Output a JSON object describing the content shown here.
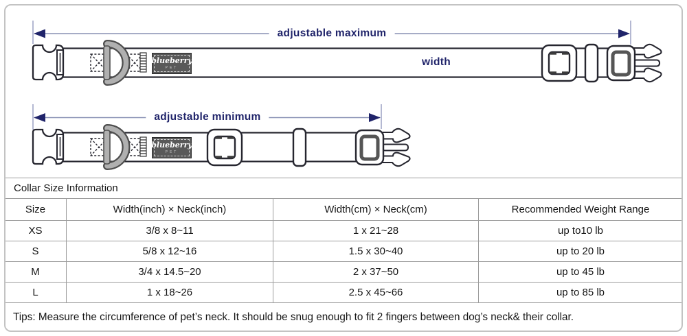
{
  "diagram": {
    "max_label": "adjustable maximum",
    "min_label": "adjustable minimum",
    "width_label": "width",
    "brand": {
      "name": "blueberry",
      "sub": "PET"
    },
    "colors": {
      "annotation_text": "#20246a",
      "dimension_line": "#8890b4",
      "collar_outline": "#26262f",
      "d_ring": "#b0b0b0",
      "brand_label_bg": "#595959",
      "table_line": "#9c9c9c"
    }
  },
  "table": {
    "title": "Collar Size Information",
    "columns": [
      "Size",
      "Width(inch) × Neck(inch)",
      "Width(cm) × Neck(cm)",
      "Recommended Weight Range"
    ],
    "rows": [
      {
        "size": "XS",
        "inch": "3/8 x 8~11",
        "cm": "1 x 21~28",
        "weight": "up to10 lb"
      },
      {
        "size": "S",
        "inch": "5/8 x 12~16",
        "cm": "1.5 x 30~40",
        "weight": "up to 20 lb"
      },
      {
        "size": "M",
        "inch": "3/4 x 14.5~20",
        "cm": "2 x 37~50",
        "weight": "up to 45 lb"
      },
      {
        "size": "L",
        "inch": "1 x 18~26",
        "cm": "2.5 x 45~66",
        "weight": "up to 85 lb"
      }
    ],
    "tips": "Tips: Measure the circumference of pet’s neck. It should be snug enough to fit 2 fingers between dog’s neck& their collar."
  }
}
